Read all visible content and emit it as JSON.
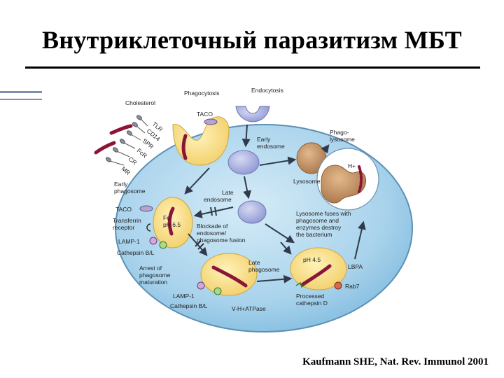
{
  "slide": {
    "title": "Внутриклеточный паразитизм МБТ",
    "citation": "Kaufmann SHE, Nat. Rev. Immunol 2001"
  },
  "diagram": {
    "top_labels": {
      "cholesterol": "Cholesterol",
      "phagocytosis": "Phagocytosis",
      "endocytosis": "Endocytosis",
      "taco": "TACO"
    },
    "receptors": [
      "TLR",
      "CD14",
      "SPR",
      "FcR",
      "CR",
      "MR"
    ],
    "compartments": {
      "early_endosome": [
        "Early",
        "endosome"
      ],
      "phagolysosome": [
        "Phago-",
        "lysosome"
      ],
      "h_plus": "H+",
      "lysosome": "Lysosome",
      "late_endosome": [
        "Late",
        "endosome"
      ],
      "early_phagosome": [
        "Early",
        "phagosome"
      ],
      "late_phagosome": [
        "Late",
        "phagosome"
      ]
    },
    "left_markers": {
      "taco": "TACO",
      "transferrin_receptor": [
        "Transferrin",
        "receptor"
      ],
      "lamp1": "LAMP-1",
      "cathepsin": "Cathepsin B/L",
      "fe": "Fe",
      "ph_early": "pH 6.5"
    },
    "notes": {
      "blockade": [
        "Blockade of",
        "endosome/",
        "phagosome fusion"
      ],
      "arrest": [
        "Arrest of",
        "phagosome",
        "maturation"
      ],
      "lysosome_fuses": [
        "Lysosome fuses with",
        "phagosome and",
        "enzymes destroy",
        "the bacterium"
      ]
    },
    "bottom_labels": {
      "lamp1": "LAMP-1",
      "cathepsin": "Cathepsin B/L",
      "v_atpase": "V-H+ATPase",
      "ph_late": "pH 4.5",
      "processed_cathepsin": [
        "Processed",
        "cathepsin D"
      ],
      "lbpa": "LBPA",
      "rab7": "Rab7"
    },
    "colors": {
      "cell_fill": "#a9d3ec",
      "phagosome_yellow": "#f7dc86",
      "endosome_lilac": "#9aa2d8",
      "lysosome_brown": "#b9885a",
      "bacterium_red": "#8b1536"
    }
  }
}
